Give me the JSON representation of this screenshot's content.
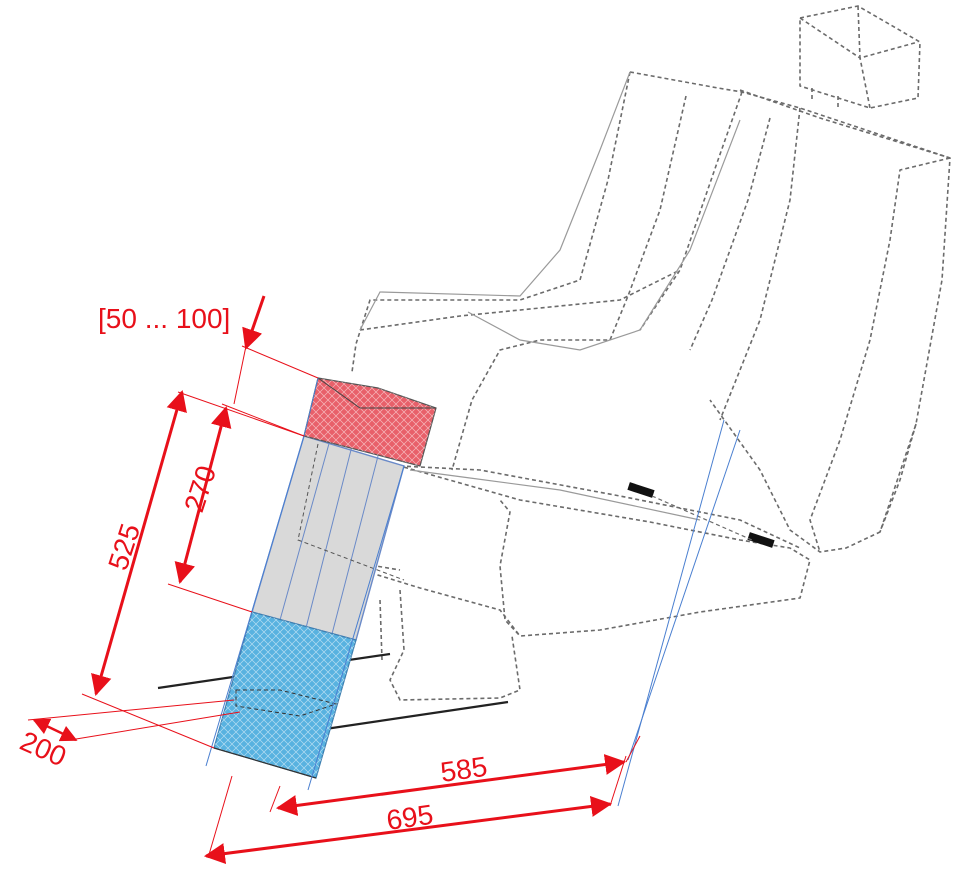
{
  "diagram": {
    "colors": {
      "dimension": "#e8101a",
      "outline": "#6b6b6b",
      "red_block_fill": "#e8606a",
      "gray_block_fill": "#d9d9d9",
      "blue_block_fill": "#58b2e0",
      "guide_blue": "#4a7fd0",
      "rod": "#222222"
    },
    "dimensions": {
      "range": "[50 ... 100]",
      "d270": "270",
      "d525": "525",
      "d200": "200",
      "d585": "585",
      "d695": "695"
    }
  }
}
